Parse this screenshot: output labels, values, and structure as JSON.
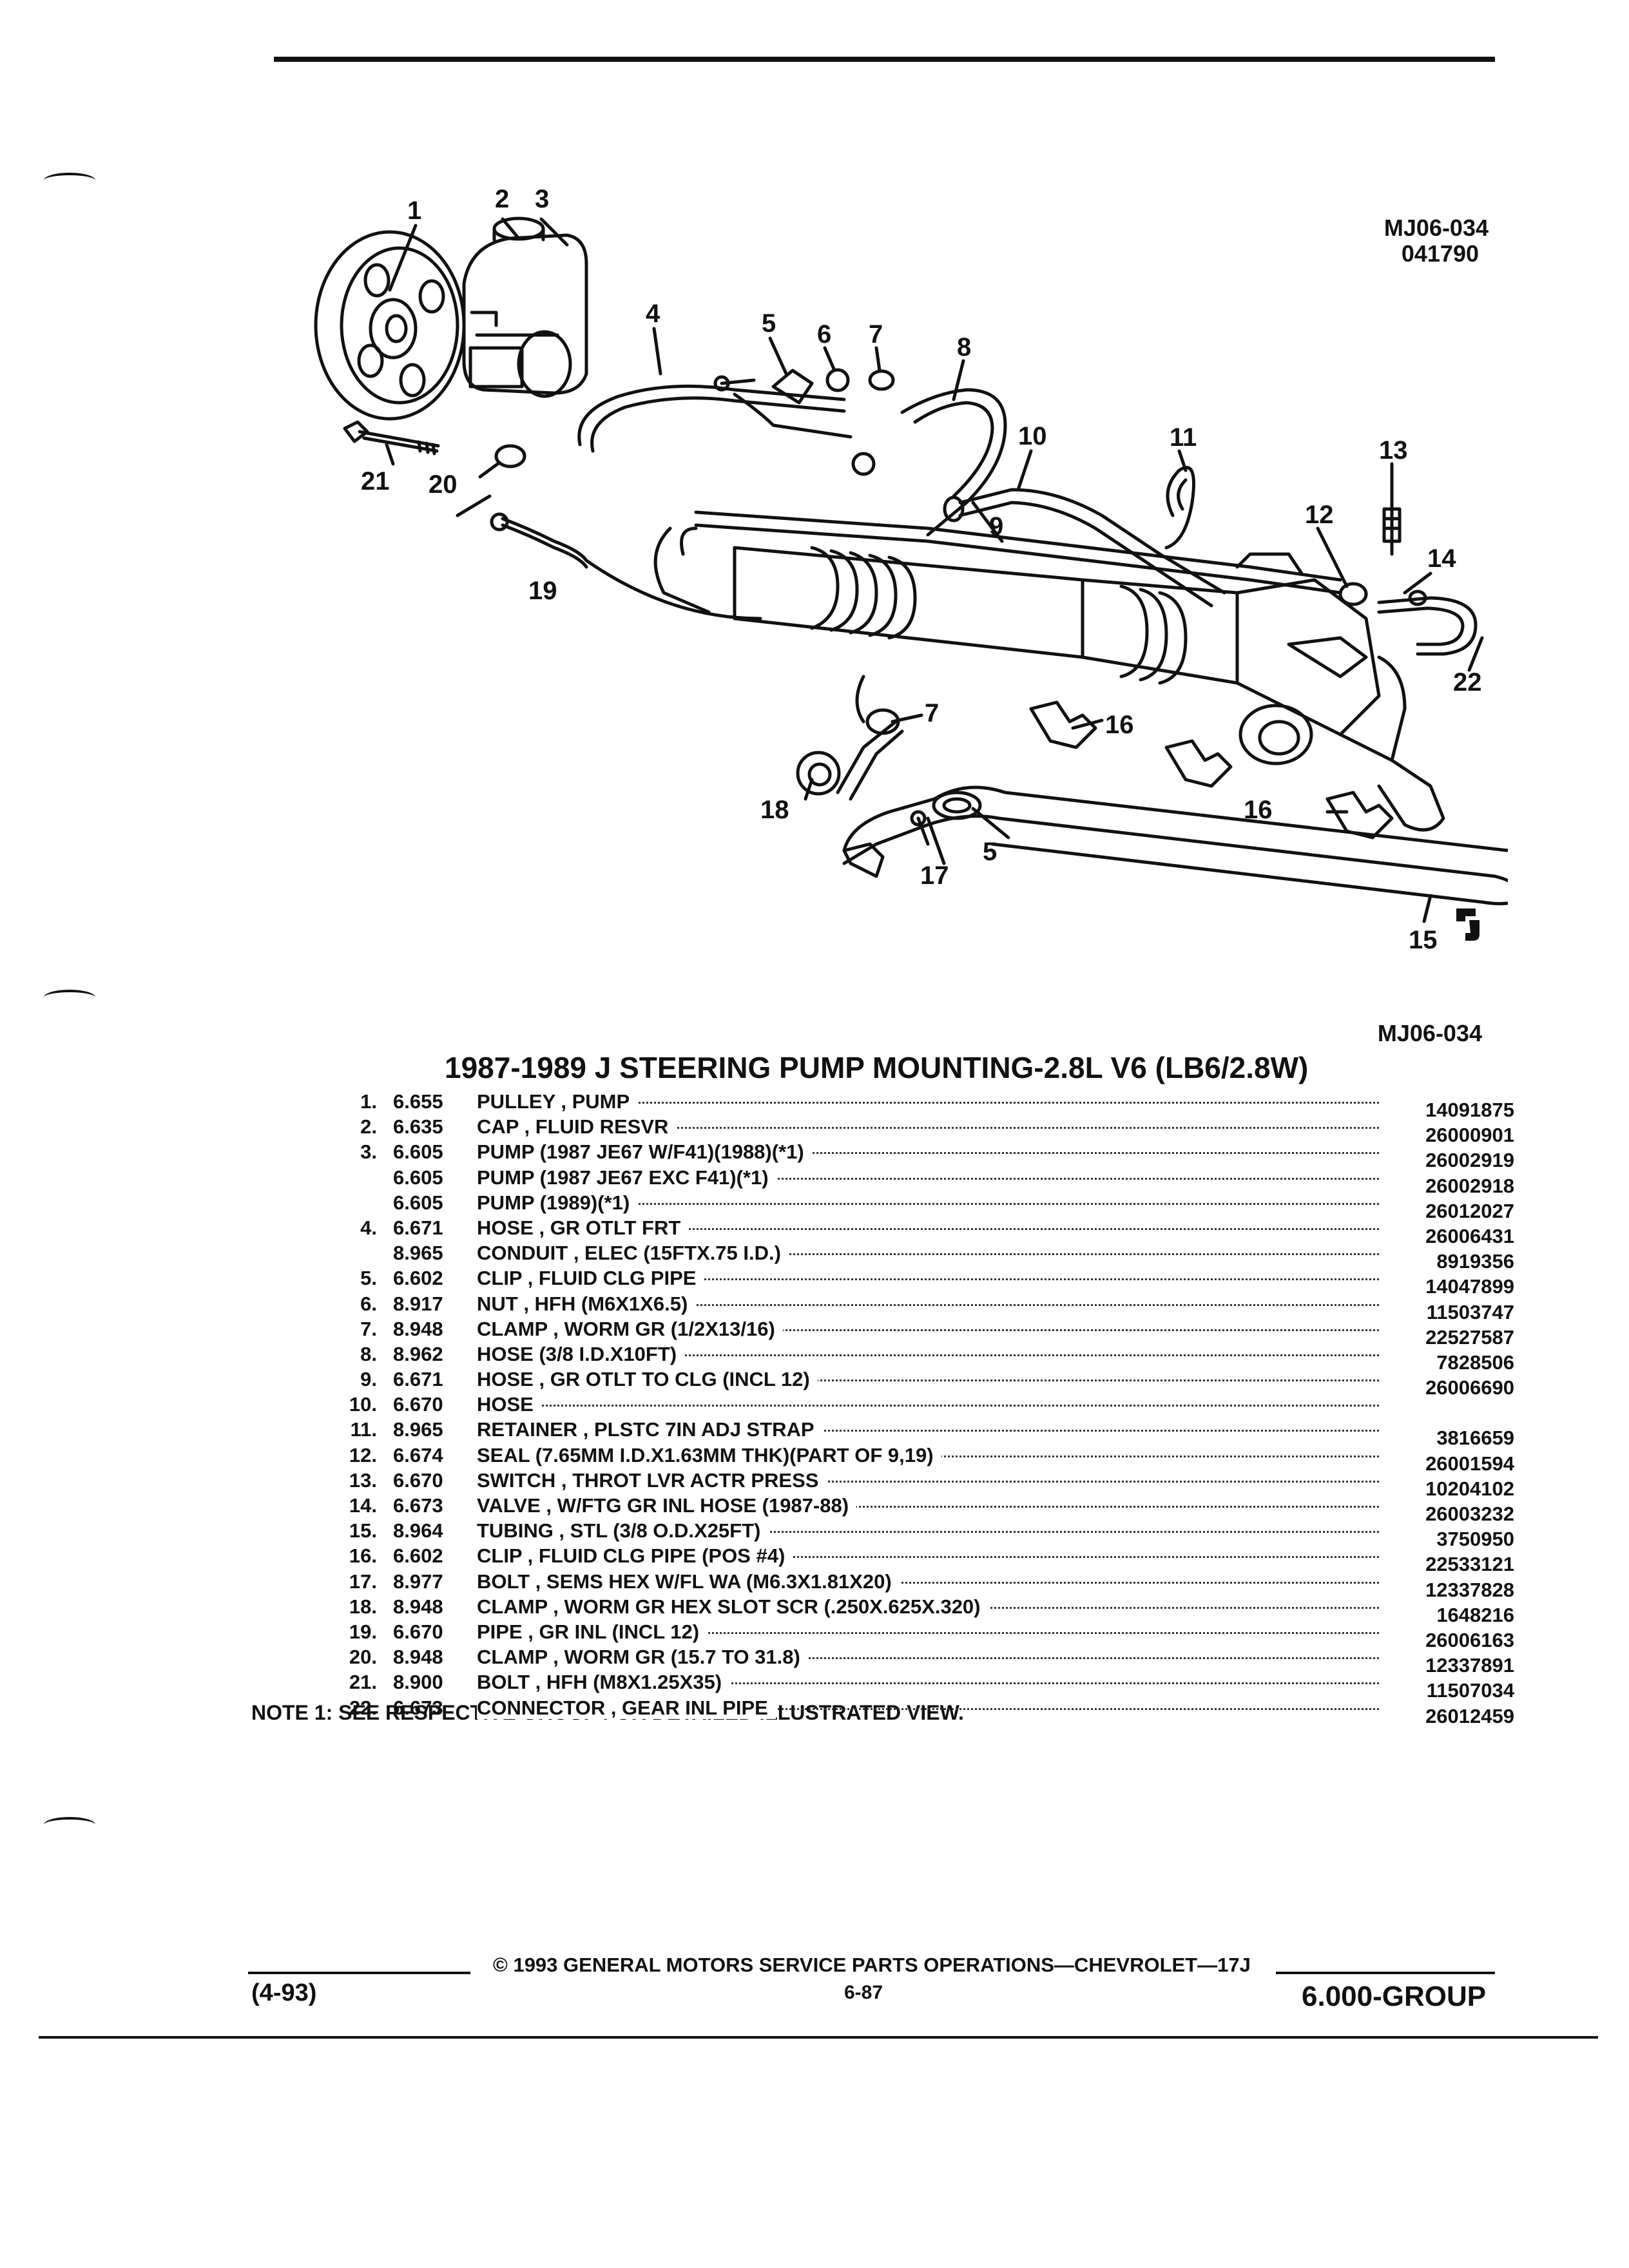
{
  "figure": {
    "ref_code": "MJ06-034",
    "ref_date": "041790",
    "callouts": [
      "1",
      "2",
      "3",
      "4",
      "5",
      "6",
      "7",
      "8",
      "10",
      "11",
      "13",
      "12",
      "14",
      "21",
      "20",
      "19",
      "9",
      "22",
      "7",
      "16",
      "18",
      "16",
      "5",
      "17",
      "15"
    ],
    "logo": "GM parts symbol"
  },
  "caption_ref": "MJ06-034",
  "title": "1987-1989 J STEERING PUMP MOUNTING-2.8L V6 (LB6/2.8W)",
  "parts": [
    {
      "no": "1.",
      "group": "6.655",
      "desc": "PULLEY , PUMP",
      "pn": "14091875"
    },
    {
      "no": "2.",
      "group": "6.635",
      "desc": "CAP , FLUID RESVR",
      "pn": "26000901"
    },
    {
      "no": "3.",
      "group": "6.605",
      "desc": "PUMP (1987 JE67 W/F41)(1988)(*1)",
      "pn": "26002919"
    },
    {
      "no": "",
      "group": "6.605",
      "desc": "PUMP (1987 JE67 EXC F41)(*1)",
      "pn": "26002918"
    },
    {
      "no": "",
      "group": "6.605",
      "desc": "PUMP (1989)(*1)",
      "pn": "26012027"
    },
    {
      "no": "4.",
      "group": "6.671",
      "desc": "HOSE , GR OTLT FRT",
      "pn": "26006431"
    },
    {
      "no": "",
      "group": "8.965",
      "desc": "CONDUIT , ELEC (15FTX.75 I.D.)",
      "pn": "8919356"
    },
    {
      "no": "5.",
      "group": "6.602",
      "desc": "CLIP , FLUID CLG PIPE",
      "pn": "14047899"
    },
    {
      "no": "6.",
      "group": "8.917",
      "desc": "NUT , HFH (M6X1X6.5)",
      "pn": "11503747"
    },
    {
      "no": "7.",
      "group": "8.948",
      "desc": "CLAMP , WORM GR (1/2X13/16)",
      "pn": "22527587"
    },
    {
      "no": "8.",
      "group": "8.962",
      "desc": "HOSE (3/8 I.D.X10FT)",
      "pn": "7828506"
    },
    {
      "no": "9.",
      "group": "6.671",
      "desc": "HOSE , GR OTLT TO CLG (INCL 12)",
      "pn": "26006690"
    },
    {
      "no": "10.",
      "group": "6.670",
      "desc": "HOSE",
      "pn": ""
    },
    {
      "no": "11.",
      "group": "8.965",
      "desc": "RETAINER , PLSTC 7IN ADJ STRAP",
      "pn": "3816659"
    },
    {
      "no": "12.",
      "group": "6.674",
      "desc": "SEAL (7.65MM I.D.X1.63MM THK)(PART OF 9,19)",
      "pn": "26001594"
    },
    {
      "no": "13.",
      "group": "6.670",
      "desc": "SWITCH , THROT LVR ACTR PRESS",
      "pn": "10204102"
    },
    {
      "no": "14.",
      "group": "6.673",
      "desc": "VALVE , W/FTG GR INL HOSE (1987-88)",
      "pn": "26003232"
    },
    {
      "no": "15.",
      "group": "8.964",
      "desc": "TUBING , STL (3/8 O.D.X25FT)",
      "pn": "3750950"
    },
    {
      "no": "16.",
      "group": "6.602",
      "desc": "CLIP , FLUID CLG PIPE (POS #4)",
      "pn": "22533121"
    },
    {
      "no": "17.",
      "group": "8.977",
      "desc": "BOLT , SEMS HEX W/FL WA (M6.3X1.81X20)",
      "pn": "12337828"
    },
    {
      "no": "18.",
      "group": "8.948",
      "desc": "CLAMP , WORM GR HEX SLOT SCR (.250X.625X.320)",
      "pn": "1648216"
    },
    {
      "no": "19.",
      "group": "6.670",
      "desc": "PIPE , GR INL (INCL 12)",
      "pn": "26006163"
    },
    {
      "no": "20.",
      "group": "8.948",
      "desc": "CLAMP , WORM GR (15.7 TO 31.8)",
      "pn": "12337891"
    },
    {
      "no": "21.",
      "group": "8.900",
      "desc": "BOLT , HFH (M8X1.25X35)",
      "pn": "11507034"
    },
    {
      "no": "22.",
      "group": "6.673",
      "desc": "CONNECTOR , GEAR INL PIPE",
      "pn": "26012459"
    }
  ],
  "note": "NOTE  1:  SEE RESPECTIVE GROUP FOR DETAILED ILLUSTRATED VIEW.",
  "footer": {
    "left": "(4-93)",
    "center": "© 1993 GENERAL MOTORS SERVICE PARTS OPERATIONS—CHEVROLET—17J",
    "page": "6-87",
    "right": "6.000-GROUP"
  }
}
